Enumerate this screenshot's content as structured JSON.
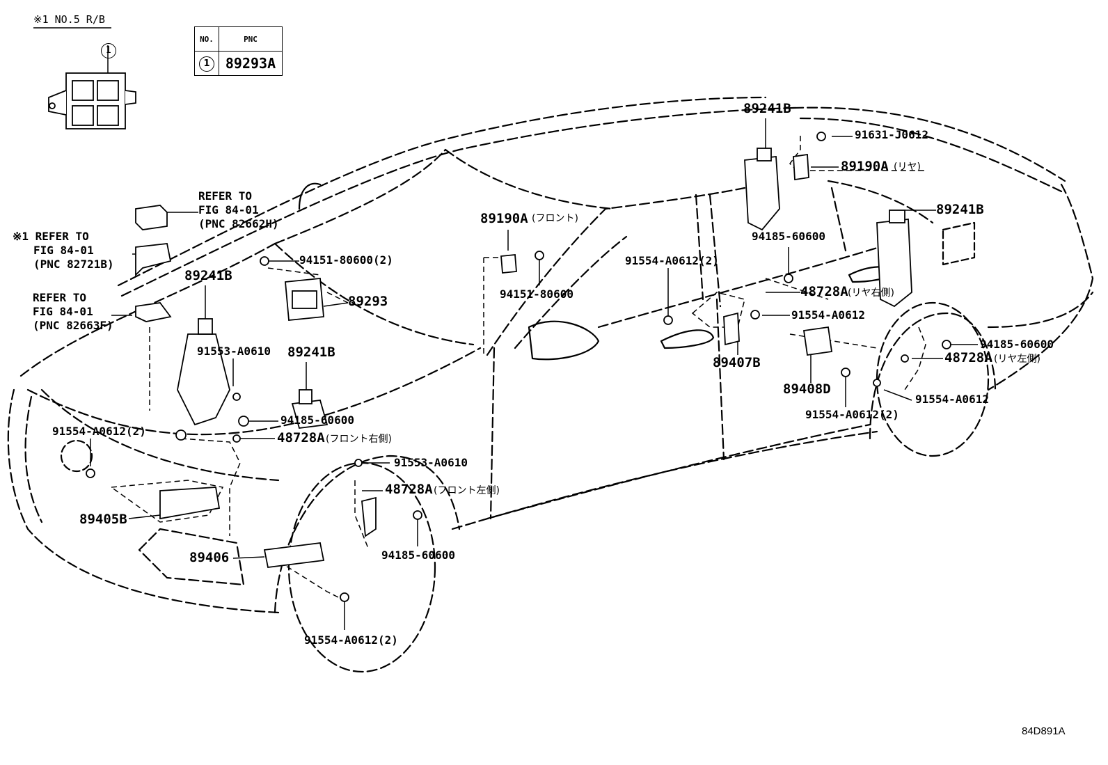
{
  "note_label": "※1 NO.5 R/B",
  "table": {
    "col1": "NO.",
    "col2": "PNC",
    "row_no": "1",
    "row_pnc": "89293A"
  },
  "inset_callout": "1",
  "refs": [
    {
      "lines": [
        "REFER TO",
        "FIG 84-01",
        "(PNC 82662H)"
      ]
    },
    {
      "lines": [
        "※1 REFER TO",
        "FIG 84-01",
        "(PNC 82721B)"
      ]
    },
    {
      "lines": [
        "REFER TO",
        "FIG 84-01",
        "(PNC 82663F)"
      ]
    }
  ],
  "labels": {
    "p89241B_roof": "89241B",
    "p91631": "91631-J0612",
    "p89190A_rear": "89190A",
    "p89190A_rear_jp": "(リヤ)",
    "p89241B_rear": "89241B",
    "p94185_rear_top": "94185-60600",
    "p91554_mid2": "91554-A0612(2)",
    "p48728A_rr": "48728A",
    "p48728A_rr_jp": "(リヤ右側)",
    "p91554_mid": "91554-A0612",
    "p94185_rear": "94185-60600",
    "p48728A_rl": "48728A",
    "p48728A_rl_jp": "(リヤ左側)",
    "p89407B": "89407B",
    "p89408D": "89408D",
    "p91554_rear": "91554-A0612",
    "p91554_rear2": "91554-A0612(2)",
    "p89190A_front": "89190A",
    "p89190A_front_jp": "(フロント)",
    "p94151_mid": "94151-80600",
    "p94151_top": "94151-80600(2)",
    "p89293": "89293",
    "p89241B_fl": "89241B",
    "p91553_top": "91553-A0610",
    "p89241B_fc": "89241B",
    "p94185_front": "94185-60600",
    "p91554_front2": "91554-A0612(2)",
    "p48728A_fr": "48728A",
    "p48728A_fr_jp": "(フロント右側)",
    "p91553_low": "91553-A0610",
    "p48728A_fl": "48728A",
    "p48728A_fl_jp": "(フロント左側)",
    "p89405B": "89405B",
    "p89406": "89406",
    "p94185_low": "94185-60600",
    "p91554_bottom": "91554-A0612(2)"
  },
  "diagram_code": "84D891A"
}
